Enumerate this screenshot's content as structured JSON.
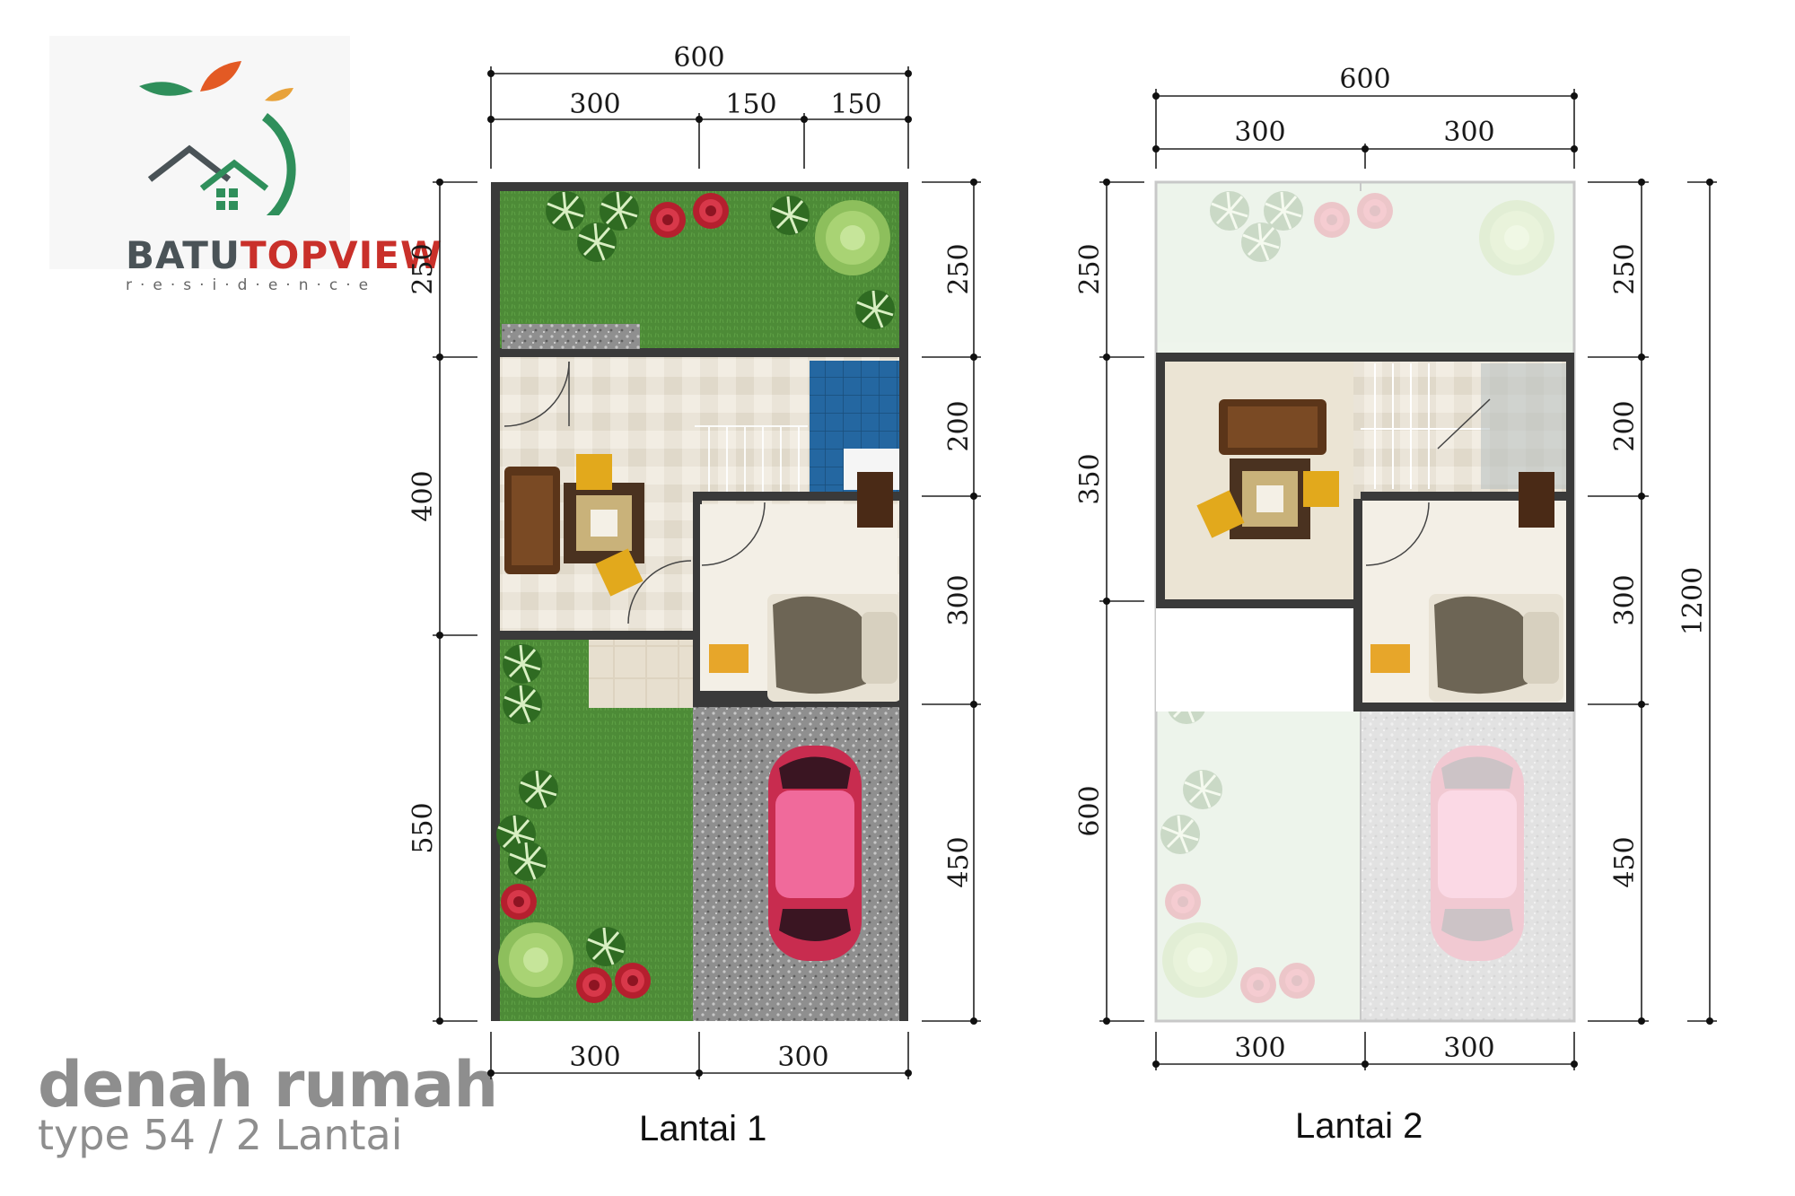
{
  "logo": {
    "name_part1": "BATU",
    "name_part2": "TOPVIEW",
    "subtitle": "r·e·s·i·d·e·n·c·e",
    "colors": {
      "green": "#2f8f5b",
      "orange": "#e35a24",
      "dark": "#4a5357",
      "red": "#c9302a"
    }
  },
  "caption": {
    "title": "denah rumah",
    "subtitle": "type 54 / 2 Lantai"
  },
  "floors": [
    {
      "label": "Lantai 1",
      "dims_top": {
        "total": "600",
        "parts": [
          "300",
          "150",
          "150"
        ]
      },
      "dims_left": [
        "250",
        "400",
        "550"
      ],
      "dims_right": [
        "250",
        "200",
        "300",
        "450"
      ],
      "dims_bottom": [
        "300",
        "300"
      ]
    },
    {
      "label": "Lantai 2",
      "dims_top": {
        "total": "600",
        "parts": [
          "300",
          "300"
        ]
      },
      "dims_left": [
        "250",
        "350",
        "600"
      ],
      "dims_right": [
        "250",
        "200",
        "300",
        "450"
      ],
      "dims_right_total": "1200",
      "dims_bottom": [
        "300",
        "300"
      ]
    }
  ],
  "colors": {
    "grass": "#4f8f3a",
    "gravel": "#8d8d8d",
    "wall": "#3b3b3b",
    "floor_tile": "#e9e3d6",
    "bathroom": "#1f5e92",
    "car": "#e0386a",
    "sofa": "#5e3a1d",
    "chair": "#e6b422",
    "flower": "#c62636"
  }
}
